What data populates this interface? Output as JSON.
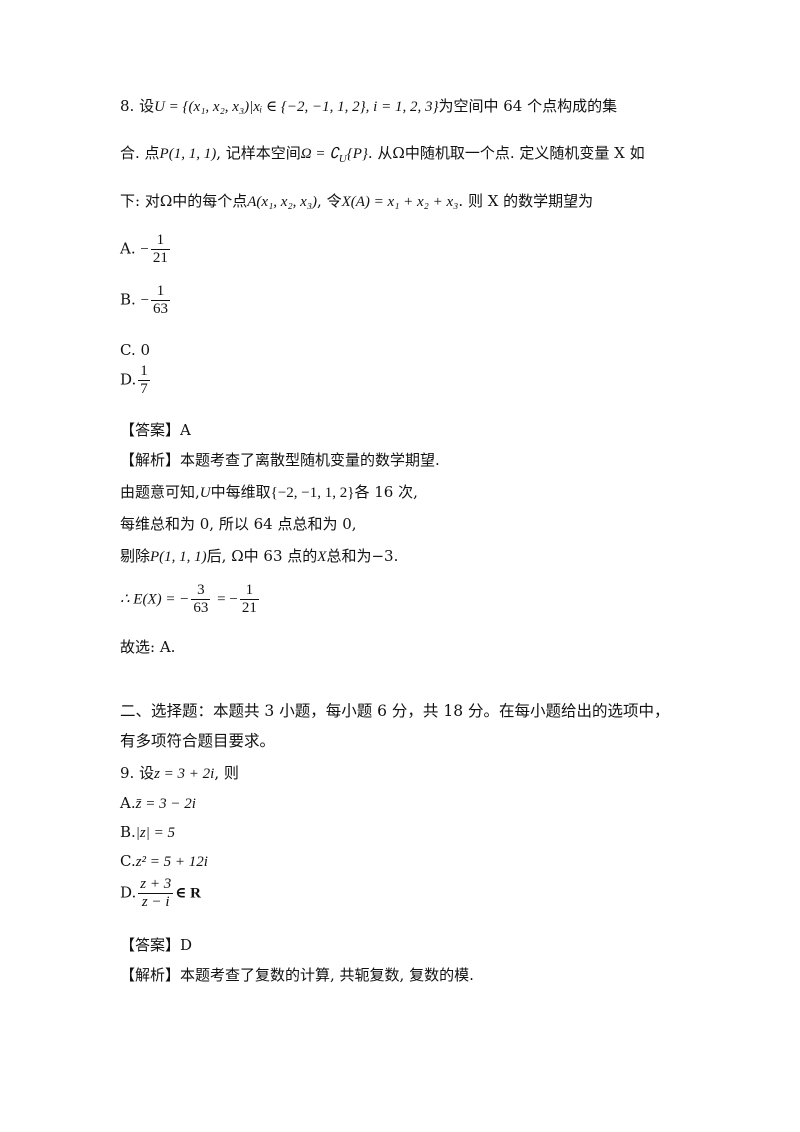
{
  "q8": {
    "line1_a": "8. 设",
    "line1_math": "U = {(x₁, x₂, x₃)|xᵢ ∈ {−2, −1, 1, 2}, i = 1, 2, 3}",
    "line1_b": "为空间中 64 个点构成的集",
    "line2_a": "合. 点",
    "line2_m1": "P(1, 1, 1)",
    "line2_b": ", 记样本空间",
    "line2_m2": "Ω = ∁",
    "line2_m2_sub": "U",
    "line2_m3": "{P}",
    "line2_c": ". 从Ω中随机取一个点. 定义随机变量 X 如",
    "line3_a": "下: 对Ω中的每个点",
    "line3_m1": "A(x₁, x₂, x₃)",
    "line3_b": ", 令",
    "line3_m2": "X(A) = x₁ + x₂ + x₃",
    "line3_c": ". 则 X 的数学期望为",
    "optA": {
      "label": "A.",
      "sign": "−",
      "num": "1",
      "den": "21"
    },
    "optB": {
      "label": "B.",
      "sign": "−",
      "num": "1",
      "den": "63"
    },
    "optC": {
      "label": "C. 0"
    },
    "optD": {
      "label": "D.",
      "num": "1",
      "den": "7"
    },
    "answer": "【答案】A",
    "analysis": "【解析】本题考查了离散型随机变量的数学期望.",
    "s1_a": "由题意可知,",
    "s1_m1": "U",
    "s1_b": "中每维取",
    "s1_m2": "{−2, −1, 1, 2}",
    "s1_c": "各 16 次,",
    "s2": "每维总和为 0, 所以 64 点总和为 0,",
    "s3_a": "剔除",
    "s3_m1": "P(1, 1, 1)",
    "s3_b": "后, Ω中 63 点的",
    "s3_m2": "X",
    "s3_c": "总和为−3.",
    "s4_a": "∴ E(X) = −",
    "s4_f1": {
      "num": "3",
      "den": "63"
    },
    "s4_b": "= −",
    "s4_f2": {
      "num": "1",
      "den": "21"
    },
    "s5": "故选: A."
  },
  "section2": {
    "line1": "二、选择题：本题共 3 小题，每小题 6 分，共 18 分。在每小题给出的选项中，",
    "line2": "有多项符合题目要求。"
  },
  "q9": {
    "stem_a": "9. 设",
    "stem_m": "z = 3 + 2i",
    "stem_b": ", 则",
    "optA_label": "A.",
    "optA_m": "z̄ = 3 − 2i",
    "optB_label": "B.",
    "optB_m": "|z| = 5",
    "optC_label": "C.",
    "optC_m": "z² = 5 + 12i",
    "optD_label": "D.",
    "optD_num": "z + 3",
    "optD_den": "z − i",
    "optD_tail": "∈ R",
    "answer": "【答案】D",
    "analysis": "【解析】本题考查了复数的计算, 共轭复数, 复数的模."
  }
}
